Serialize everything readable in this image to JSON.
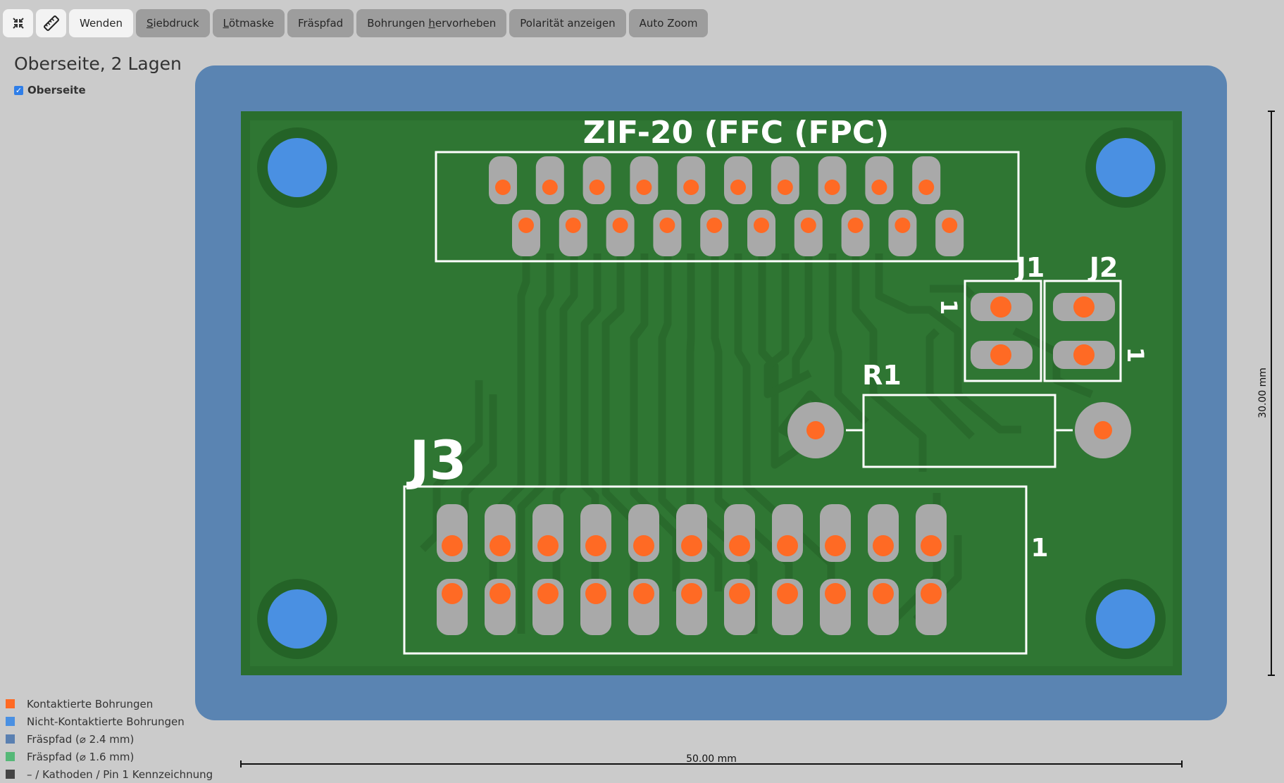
{
  "toolbar": {
    "buttons": [
      {
        "label": "Wenden",
        "active": true
      },
      {
        "label": "Siebdruck",
        "shortcut": "S"
      },
      {
        "label": "Lötmaske",
        "shortcut": "L"
      },
      {
        "label": "Fräspfad"
      },
      {
        "label": "Bohrungen hervorheben",
        "shortcut": "h"
      },
      {
        "label": "Polarität anzeigen"
      },
      {
        "label": "Auto Zoom"
      }
    ],
    "icons": [
      "fullscreen-icon",
      "ruler-icon"
    ]
  },
  "title": "Oberseite, 2 Lagen",
  "layer_toggle": {
    "label": "Oberseite",
    "checked": true
  },
  "legend": [
    {
      "label": "Kontaktierte Bohrungen",
      "color": "#ff6a24"
    },
    {
      "label": "Nicht-Kontaktierte Bohrungen",
      "color": "#4a90e2"
    },
    {
      "label": "Fräspfad (⌀ 2.4 mm)",
      "color": "#5a80b1"
    },
    {
      "label": "Fräspfad (⌀ 1.6 mm)",
      "color": "#55b877"
    },
    {
      "label": "– / Kathoden / Pin 1 Kennzeichnung",
      "color": "#444444"
    }
  ],
  "pcb": {
    "silkscreen": {
      "zif": "ZIF-20 (FFC (FPC)",
      "j1": "J1",
      "j2": "J2",
      "r1": "R1",
      "j3": "J3",
      "pin1_j1": "1",
      "pin1_j2": "1",
      "pin1_j3": "1"
    },
    "dimensions": {
      "width": "50.00 mm",
      "height": "30.00 mm"
    }
  },
  "colors": {
    "mill_outline": "#5a84b2",
    "board": "#2f7633",
    "board_edge": "#2a6e2e",
    "pad": "#a9a9a9",
    "plated_hole": "#ff6a24",
    "mounting_hole": "#4a90e2",
    "silkscreen": "#ffffff"
  }
}
